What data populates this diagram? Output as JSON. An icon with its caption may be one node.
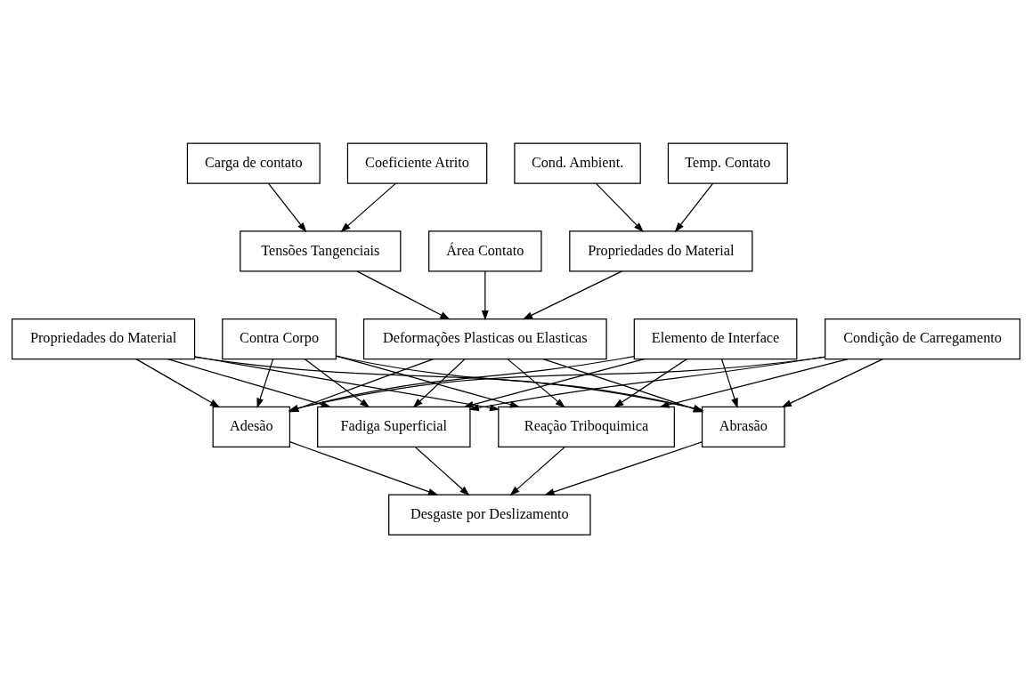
{
  "diagram": {
    "nodes": [
      {
        "text": [
          "Carga de contato"
        ]
      },
      {
        "text": [
          "Coeficiente Atrito"
        ]
      },
      {
        "text": [
          "Cond. Ambient."
        ]
      },
      {
        "text": [
          "Temp. Contato"
        ]
      },
      {
        "text": [
          "Tensões Tangenciais"
        ]
      },
      {
        "text": [
          "Área Contato"
        ]
      },
      {
        "text": [
          "Propriedades do Material"
        ]
      },
      {
        "text": [
          "Propriedades do Material"
        ]
      },
      {
        "text": [
          "Contra Corpo"
        ]
      },
      {
        "text": [
          "Deformações Plasticas ou Elasticas"
        ]
      },
      {
        "text": [
          "Elemento de Interface"
        ]
      },
      {
        "text": [
          "Condição de Carregamento"
        ]
      },
      {
        "text": [
          "Adesão"
        ]
      },
      {
        "text": [
          "Fadiga Superficial"
        ]
      },
      {
        "text": [
          "Reação Triboquimica"
        ]
      },
      {
        "text": [
          "Abrasão"
        ]
      },
      {
        "text": [
          "Desgaste por Deslizamento"
        ]
      }
    ],
    "edges": [
      {
        "from": 0,
        "to": 4,
        "arrow": "to"
      },
      {
        "from": 1,
        "to": 4,
        "arrow": "to"
      },
      {
        "from": 2,
        "to": 6,
        "arrow": "to"
      },
      {
        "from": 3,
        "to": 6,
        "arrow": "to"
      },
      {
        "from": 4,
        "to": 9,
        "arrow": "to"
      },
      {
        "from": 5,
        "to": 9,
        "arrow": "to"
      },
      {
        "from": 6,
        "to": 9,
        "arrow": "to"
      },
      {
        "from": 7,
        "to": 12,
        "arrow": "to"
      },
      {
        "from": 7,
        "to": 13,
        "arrow": "to"
      },
      {
        "from": 7,
        "to": 14,
        "arrow": "to"
      },
      {
        "from": 7,
        "to": 15,
        "arrow": "to"
      },
      {
        "from": 8,
        "to": 12,
        "arrow": "to"
      },
      {
        "from": 8,
        "to": 13,
        "arrow": "to"
      },
      {
        "from": 8,
        "to": 14,
        "arrow": "to"
      },
      {
        "from": 8,
        "to": 15,
        "arrow": "to"
      },
      {
        "from": 9,
        "to": 12,
        "arrow": "to"
      },
      {
        "from": 9,
        "to": 13,
        "arrow": "to"
      },
      {
        "from": 9,
        "to": 14,
        "arrow": "to"
      },
      {
        "from": 9,
        "to": 15,
        "arrow": "to"
      },
      {
        "from": 10,
        "to": 12,
        "arrow": "to"
      },
      {
        "from": 10,
        "to": 13,
        "arrow": "to"
      },
      {
        "from": 10,
        "to": 14,
        "arrow": "to"
      },
      {
        "from": 10,
        "to": 15,
        "arrow": "to"
      },
      {
        "from": 11,
        "to": 12,
        "arrow": "to"
      },
      {
        "from": 11,
        "to": 13,
        "arrow": "to"
      },
      {
        "from": 11,
        "to": 14,
        "arrow": "to"
      },
      {
        "from": 11,
        "to": 15,
        "arrow": "to"
      },
      {
        "from": 12,
        "to": 16,
        "arrow": "to"
      },
      {
        "from": 13,
        "to": 16,
        "arrow": "to"
      },
      {
        "from": 14,
        "to": 16,
        "arrow": "to"
      },
      {
        "from": 15,
        "to": 16,
        "arrow": "to"
      }
    ]
  }
}
